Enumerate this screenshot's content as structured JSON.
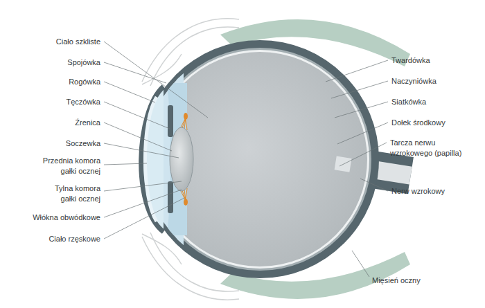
{
  "diagram": {
    "labels": [
      "Ciało szkliste",
      "Spojówka",
      "Rogówka",
      "Tęczówka",
      "Źrenica",
      "Soczewka",
      "Przednia komora gałki ocznej",
      "Tylna komora gałki ocznej",
      "Włókna obwódkowe",
      "Ciało rzęskowe",
      "Twardówka",
      "Naczyniówka",
      "Siatkówka",
      "Dołek środkowy",
      "Tarcza nerwu wzrokowego (papilla)",
      "Nerw wzrokowy",
      "Mięsień oczny"
    ]
  }
}
